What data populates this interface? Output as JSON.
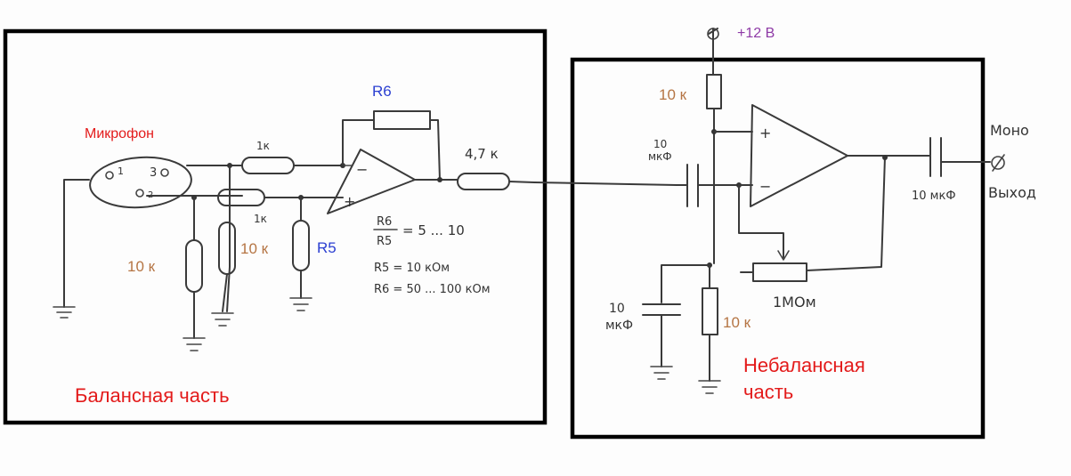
{
  "colors": {
    "red": "#e31b1b",
    "brown": "#b57544",
    "blue": "#2b3fd1",
    "purple": "#8e3aa6",
    "ink": "#3a3a3a"
  },
  "labels": {
    "microphone": "Микрофон",
    "pin1": "1",
    "pin2": "2",
    "pin3": "3",
    "r_1k_top": "1к",
    "r_1k_bottom": "1к",
    "r6": "R6",
    "r5": "R5",
    "res_10k_left": "10 к",
    "res_10k_mid": "10 к",
    "res_4_7k": "4,7 к",
    "formula_num": "R6",
    "formula_den": "R5",
    "formula_eq": "= 5 ... 10",
    "r5_value": "R5 = 10 кОм",
    "r6_value": "R6 = 50 ... 100 кОм",
    "balanced_part": "Балансная часть",
    "supply": "+12 В",
    "res_10k_top_right": "10 к",
    "cap_10uf_in_num": "10",
    "cap_10uf_in_unit": "мкФ",
    "cap_10uf_bottom_num": "10",
    "cap_10uf_bottom_unit": "мкФ",
    "res_10k_bottom_right": "10 к",
    "pot_1mohm": "1МОм",
    "cap_10uf_out": "10 мкФ",
    "mono": "Моно",
    "output": "Выход",
    "unbalanced_line1": "Небалансная",
    "unbalanced_line2": "часть",
    "opamp_plus": "+",
    "opamp_minus": "−"
  }
}
